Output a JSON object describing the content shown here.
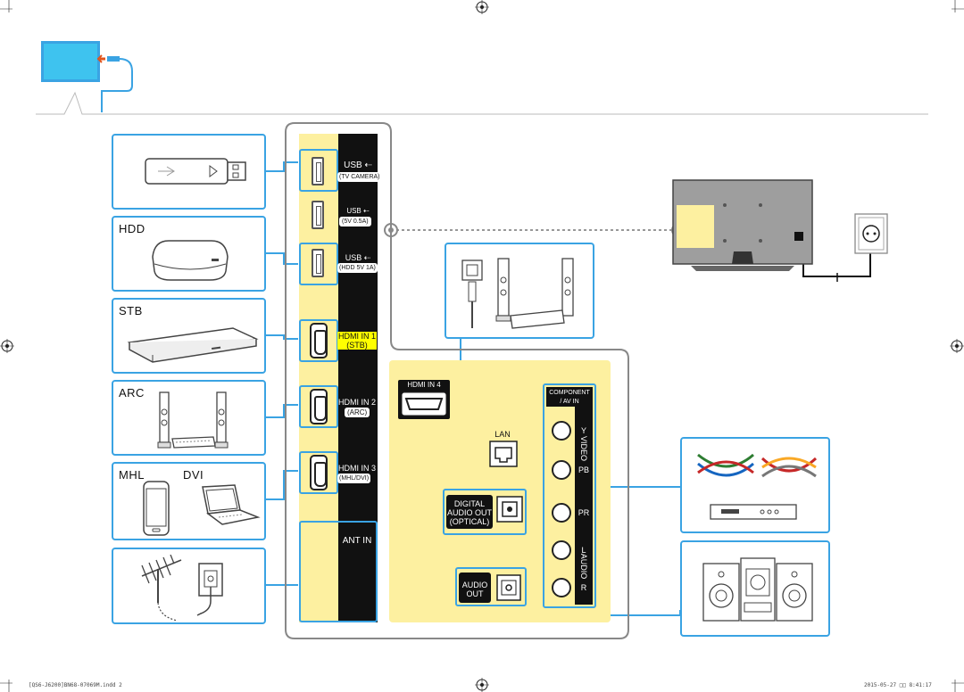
{
  "devices": {
    "hdd": "HDD",
    "stb": "STB",
    "arc": "ARC",
    "mhl": "MHL",
    "dvi": "DVI"
  },
  "ports": {
    "usb1_label": "USB ⇠",
    "usb1_sub": "(TV CAMERA)",
    "usb2_label": "USB ⇠",
    "usb2_sub": "(5V 0.5A)",
    "usb3_label": "USB ⇠",
    "usb3_sub": "(HDD 5V 1A)",
    "hdmi1_label": "HDMI IN 1",
    "hdmi1_sub": "(STB)",
    "hdmi2_label": "HDMI IN 2",
    "hdmi2_sub": "(ARC)",
    "hdmi3_label": "HDMI IN 3",
    "hdmi3_sub": "(MHL/DVI)",
    "ant_in": "ANT IN",
    "hdmi4": "HDMI IN 4",
    "lan": "LAN",
    "digital1": "DIGITAL",
    "digital2": "AUDIO OUT",
    "digital3": "(OPTICAL)",
    "audio_out1": "AUDIO",
    "audio_out2": "OUT",
    "component1": "COMPONENT",
    "component2": "/ AV IN",
    "video": "VIDEO",
    "y": "Y",
    "pb": "PB",
    "pr": "PR",
    "l": "L",
    "audio": "AUDIO",
    "r": "R"
  },
  "footer": {
    "left": "[QS6-J6200]BN68-07069M.indd   2",
    "right": "2015-05-27   □□ 8:41:17"
  },
  "colors": {
    "accent": "#3aa3e3",
    "panel_yellow": "#fdf0a0",
    "highlight": "#ffff00"
  }
}
